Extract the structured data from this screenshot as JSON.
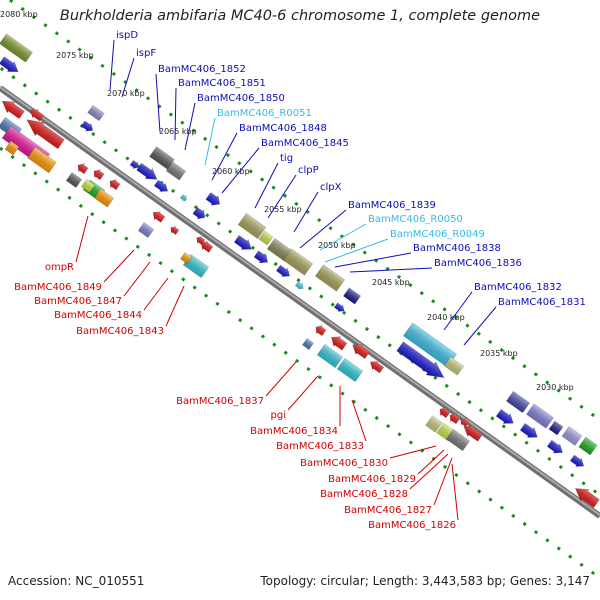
{
  "title": "Burkholderia ambifaria MC40-6 chromosome 1, complete genome",
  "footer": {
    "accession": "Accession: NC_010551",
    "meta": "Topology: circular; Length: 3,443,583 bp; Genes: 3,147"
  },
  "colors": {
    "forward_label": "#0d0db8",
    "reverse_label": "#d10000",
    "rna_label": "#33bde6",
    "backbone": "#7a7a7a",
    "tick": "#1a8a1a"
  },
  "kbp_markers": [
    "2080 kbp",
    "2075 kbp",
    "2070 kbp",
    "2065 kbp",
    "2060 kbp",
    "2055 kbp",
    "2050 kbp",
    "2045 kbp",
    "2040 kbp",
    "2035 kbp",
    "2030 kbp"
  ],
  "forward_labels": [
    {
      "text": "ispD",
      "kind": "gene"
    },
    {
      "text": "ispF",
      "kind": "gene"
    },
    {
      "text": "BamMC406_1852",
      "kind": "gene"
    },
    {
      "text": "BamMC406_1851",
      "kind": "gene"
    },
    {
      "text": "BamMC406_1850",
      "kind": "gene"
    },
    {
      "text": "BamMC406_R0051",
      "kind": "rna"
    },
    {
      "text": "BamMC406_1848",
      "kind": "gene"
    },
    {
      "text": "BamMC406_1845",
      "kind": "gene"
    },
    {
      "text": "tig",
      "kind": "gene"
    },
    {
      "text": "clpP",
      "kind": "gene"
    },
    {
      "text": "clpX",
      "kind": "gene"
    },
    {
      "text": "BamMC406_1839",
      "kind": "gene"
    },
    {
      "text": "BamMC406_R0050",
      "kind": "rna"
    },
    {
      "text": "BamMC406_R0049",
      "kind": "rna"
    },
    {
      "text": "BamMC406_1838",
      "kind": "gene"
    },
    {
      "text": "BamMC406_1836",
      "kind": "gene"
    },
    {
      "text": "BamMC406_1832",
      "kind": "gene"
    },
    {
      "text": "BamMC406_1831",
      "kind": "gene"
    }
  ],
  "reverse_labels": [
    "ompR",
    "BamMC406_1849",
    "BamMC406_1847",
    "BamMC406_1844",
    "BamMC406_1843",
    "BamMC406_1837",
    "pgi",
    "BamMC406_1834",
    "BamMC406_1833",
    "BamMC406_1830",
    "BamMC406_1829",
    "BamMC406_1828",
    "BamMC406_1827",
    "BamMC406_1826"
  ]
}
